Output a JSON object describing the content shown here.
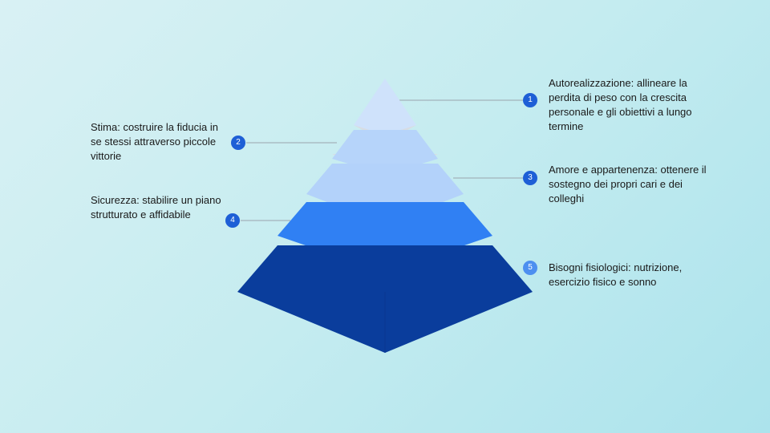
{
  "levels": [
    {
      "number": "1",
      "text": "Autorealizzazione: allineare la perdita di peso con la crescita personale e gli obiettivi a lungo termine",
      "color": "#cfe2fb"
    },
    {
      "number": "2",
      "text": "Stima: costruire la fiducia in se stessi attraverso piccole vittorie",
      "color": "#b6d4fa"
    },
    {
      "number": "3",
      "text": "Amore e appartenenza: ottenere il sostegno dei propri cari e dei colleghi",
      "color": "#b3d2fa"
    },
    {
      "number": "4",
      "text": "Sicurezza: stabilire un piano strutturato e affidabile",
      "color": "#3080f3"
    },
    {
      "number": "5",
      "text": "Bisogni fisiologici: nutrizione, esercizio fisico e sonno",
      "color": "#0a3d9c"
    }
  ],
  "colors": {
    "badge_dark": "#1e5fd6",
    "badge_light": "#4d8ff0",
    "connector": "#9aa4ad",
    "separator": "#d8dde3"
  }
}
